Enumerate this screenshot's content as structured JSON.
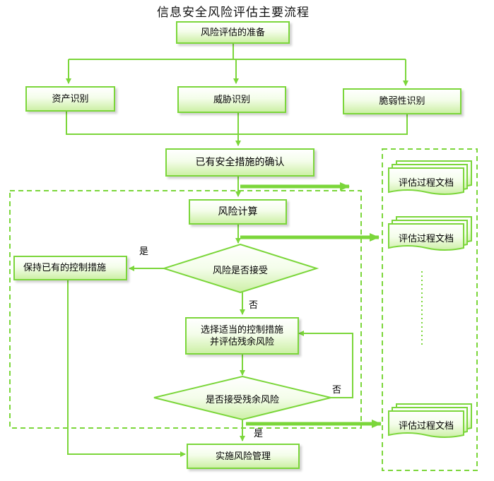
{
  "title": "信息安全风险评估主要流程",
  "nodes": {
    "prepare": "风险评估的准备",
    "asset": "资产识别",
    "threat": "威胁识别",
    "vuln": "脆弱性识别",
    "existing": "已有安全措施的确认",
    "calc": "风险计算",
    "accept": "风险是否接受",
    "keep": "保持已有的控制措施",
    "select_line1": "选择适当的控制措施",
    "select_line2": "并评估残余风险",
    "residual": "是否接受残余风险",
    "implement": "实施风险管理"
  },
  "labels": {
    "yes_accept": "是",
    "no_accept": "否",
    "no_residual": "否",
    "yes_residual": "是"
  },
  "docs": {
    "doc1": "评估过程文档",
    "doc2": "评估过程文档",
    "doc3": "评估过程文档"
  },
  "colors": {
    "line": "#7bd63a",
    "border": "#7bd63a",
    "fill_bottom": "#cdf0a6"
  }
}
